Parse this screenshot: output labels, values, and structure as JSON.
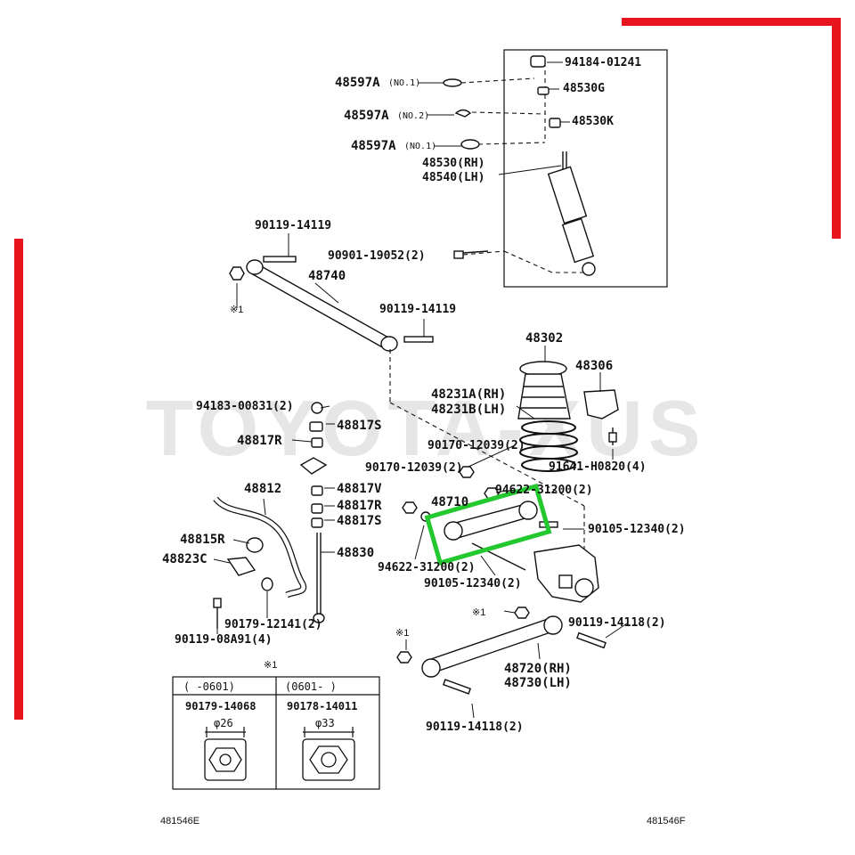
{
  "watermark": "TOYOTA-XUS",
  "shock_mount": {
    "nut": "94184-01241",
    "bush_upper": "48530G",
    "bush_lower": "48530K",
    "cushion_1": "48597A",
    "cushion_1_note": "(NO.1)",
    "cushion_2": "48597A",
    "cushion_2_note": "(NO.2)",
    "cushion_3": "48597A",
    "cushion_3_note": "(NO.1)",
    "absorber_rh": "48530(RH)",
    "absorber_lh": "48540(LH)",
    "absorber_bolt": "90901-19052(2)"
  },
  "lateral_rod": {
    "part": "48740",
    "bolt_left": "90119-14119",
    "bolt_right": "90119-14119",
    "nut_note": "※1"
  },
  "spring": {
    "bumper": "48302",
    "insulator": "48306",
    "coil_rh": "48231A(RH)",
    "coil_lh": "48231B(LH)",
    "insulator_bolt": "91641-H0820(4)"
  },
  "stabilizer": {
    "nut": "94183-00831(2)",
    "cushion_s1": "48817S",
    "retainer_r1": "48817R",
    "bracket_v": "48817V",
    "retainer_r2": "48817R",
    "cushion_s2": "48817S",
    "bar": "48812",
    "bushing": "48815R",
    "bracket": "48823C",
    "link": "48830",
    "bracket_bolt": "90119-08A91(4)",
    "bracket_bolt2": "90179-12141(2)",
    "nut_1": "90170-12039(2)",
    "nut_2": "90170-12039(2)"
  },
  "upper_arm": {
    "part": "48710",
    "washer_top": "94622-31200(2)",
    "washer_bottom": "94622-31200(2)",
    "bolt_right": "90105-12340(2)",
    "bolt_bottom": "90105-12340(2)"
  },
  "lower_arm": {
    "part_rh": "48720(RH)",
    "part_lh": "48730(LH)",
    "bolt_top": "90119-14118(2)",
    "bolt_bottom": "90119-14118(2)",
    "nut_note_1": "※1",
    "nut_note_2": "※1"
  },
  "note_table": {
    "header": "※1",
    "col1_period": "(   -0601)",
    "col2_period": "(0601-    )",
    "col1_part": "90179-14068",
    "col2_part": "90178-14011",
    "col1_size": "φ26",
    "col2_size": "φ33"
  },
  "refs": {
    "left": "481546E",
    "right": "481546F"
  },
  "colors": {
    "highlight": "#22c82e",
    "frame": "#e8141e"
  }
}
